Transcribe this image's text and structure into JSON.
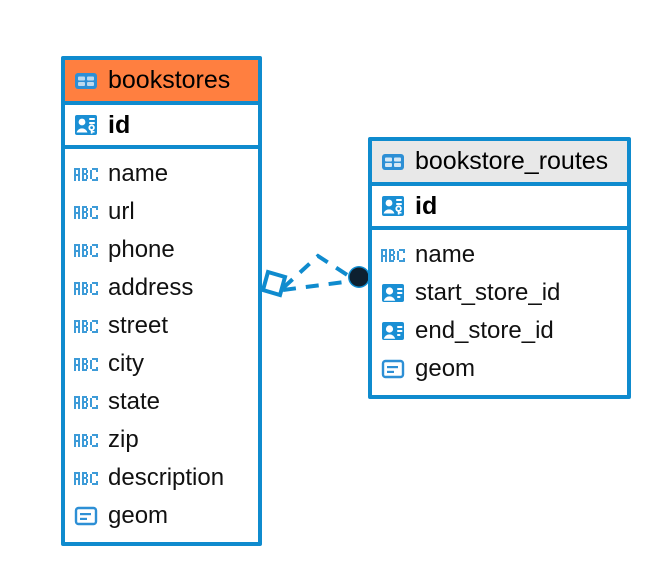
{
  "diagram": {
    "type": "entity-relationship-diagram",
    "background_color": "#ffffff",
    "accent_color": "#0f8bce",
    "highlight_color": "#ff7f40",
    "header_grey": "#e8e8e8"
  },
  "entities": [
    {
      "name": "bookstores",
      "header_style": "orange",
      "table_icon": "table-icon",
      "primary_key": {
        "label": "id",
        "icon": "primary-key-icon"
      },
      "fields": [
        {
          "label": "name",
          "icon": "abc-text-icon"
        },
        {
          "label": "url",
          "icon": "abc-text-icon"
        },
        {
          "label": "phone",
          "icon": "abc-text-icon"
        },
        {
          "label": "address",
          "icon": "abc-text-icon"
        },
        {
          "label": "street",
          "icon": "abc-text-icon"
        },
        {
          "label": "city",
          "icon": "abc-text-icon"
        },
        {
          "label": "state",
          "icon": "abc-text-icon"
        },
        {
          "label": "zip",
          "icon": "abc-text-icon"
        },
        {
          "label": "description",
          "icon": "abc-text-icon"
        },
        {
          "label": "geom",
          "icon": "geometry-icon"
        }
      ]
    },
    {
      "name": "bookstore_routes",
      "header_style": "grey",
      "table_icon": "table-icon",
      "primary_key": {
        "label": "id",
        "icon": "primary-key-icon"
      },
      "fields": [
        {
          "label": "name",
          "icon": "abc-text-icon"
        },
        {
          "label": "start_store_id",
          "icon": "foreign-key-icon"
        },
        {
          "label": "end_store_id",
          "icon": "foreign-key-icon"
        },
        {
          "label": "geom",
          "icon": "geometry-icon"
        }
      ]
    }
  ],
  "relationship": {
    "source_entity": "bookstores",
    "target_entity": "bookstore_routes",
    "source_marker": "diamond-marker",
    "target_marker": "filled-dot-marker",
    "line_style": "dashed",
    "line_color": "#0f8bce",
    "dot_color": "#0d2030"
  }
}
